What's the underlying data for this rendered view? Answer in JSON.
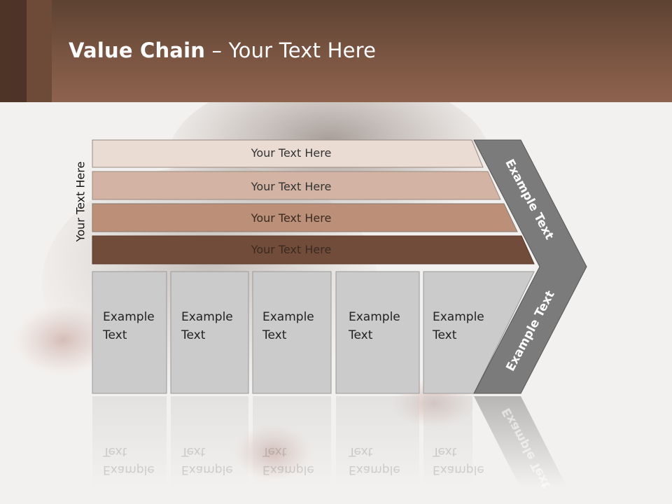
{
  "title": {
    "bold": "Value Chain",
    "rest": " – Your Text Here"
  },
  "side_label": "Your Text Here",
  "bands": [
    {
      "label": "Your Text Here",
      "color": "#eadcd3"
    },
    {
      "label": "Your Text Here",
      "color": "#d3b3a3"
    },
    {
      "label": "Your Text Here",
      "color": "#bb8f78"
    },
    {
      "label": "Your Text Here",
      "color": "#724c3b"
    }
  ],
  "cards": [
    {
      "line1": "Example",
      "line2": "Text"
    },
    {
      "line1": "Example",
      "line2": "Text"
    },
    {
      "line1": "Example",
      "line2": "Text"
    },
    {
      "line1": "Example",
      "line2": "Text"
    },
    {
      "line1": "Example",
      "line2": "Text"
    }
  ],
  "arrow": {
    "upper_label": "Example Text",
    "lower_label": "Example Text",
    "color": "#7b7b7b"
  },
  "colors": {
    "header": "#7a5542",
    "card": "#cbcbcb",
    "card_border": "#9a9a9a"
  }
}
